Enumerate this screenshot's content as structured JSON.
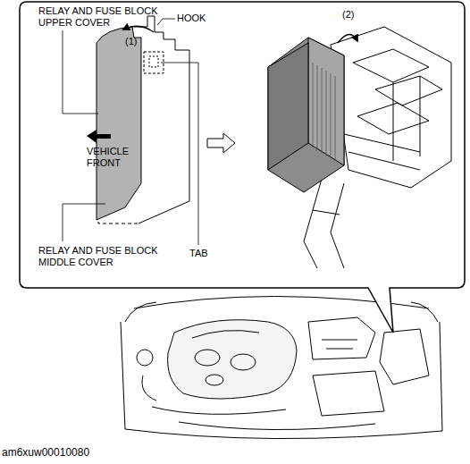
{
  "diagram": {
    "labels": [
      "RELAY AND FUSE BLOCK UPPER COVER",
      "(1)",
      "HOOK",
      "VEHICLE FRONT",
      "RELAY AND FUSE BLOCK MIDDLE COVER",
      "TAB",
      "(2)",
      "am6xuw00010080"
    ]
  }
}
